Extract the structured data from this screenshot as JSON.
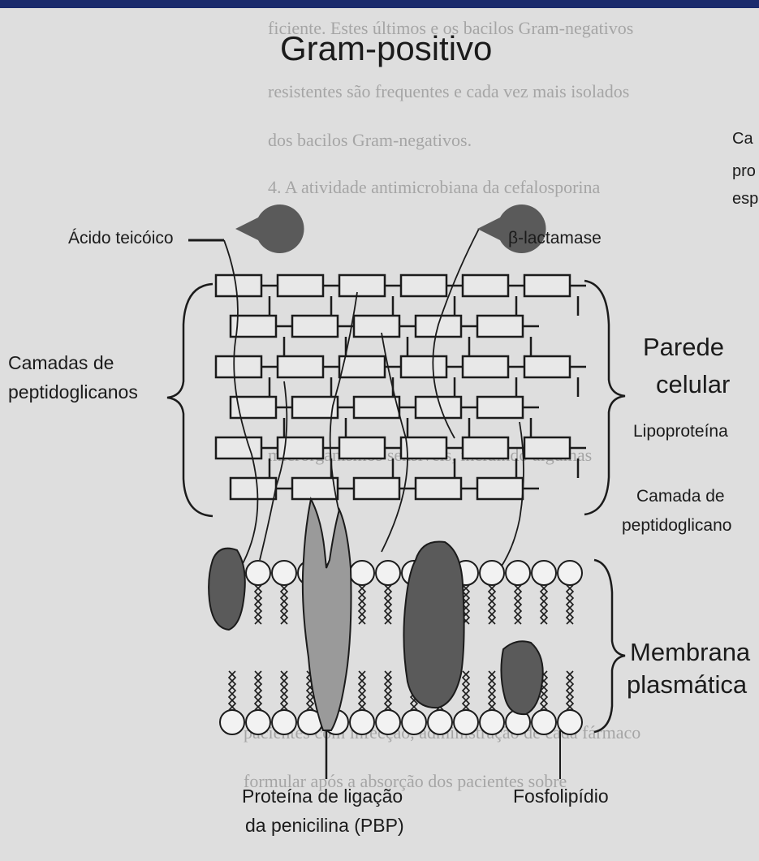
{
  "title": "Gram-positivo",
  "labels": {
    "teichoic_acid": "Ácido teicóico",
    "beta_lactamase": "β-lactamase",
    "peptidoglycan_layers_line1": "Camadas de",
    "peptidoglycan_layers_line2": "peptidoglicanos",
    "cell_wall_line1": "Parede",
    "cell_wall_line2": "celular",
    "lipoprotein": "Lipoproteína",
    "peptidoglycan_layer_line1": "Camada de",
    "peptidoglycan_layer_line2": "peptidoglicano",
    "membrane_line1": "Membrana",
    "membrane_line2": "plasmática",
    "pbp_line1": "Proteína de ligação",
    "pbp_line2": "da penicilina (PBP)",
    "phospholipid": "Fosfolipídio",
    "cut_top_right_line1": "Ca",
    "cut_top_right_line2": "pro",
    "cut_top_right_line3": "esp"
  },
  "colors": {
    "frame": "#1a2a6c",
    "page": "#dcdcdc",
    "protein": "#5a5a5a",
    "pbp": "#9a9a9a",
    "ink": "#1b1b1b"
  }
}
